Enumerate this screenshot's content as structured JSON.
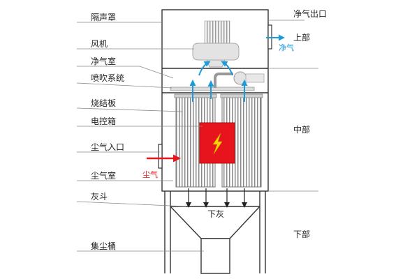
{
  "labels": {
    "sound_cover": "隔声罩",
    "fan": "风机",
    "clean_chamber": "净气室",
    "pulse_system": "喷吹系统",
    "sintered_plate": "烧结板",
    "control_box": "电控箱",
    "dust_inlet": "尘气入口",
    "dust_chamber": "尘气室",
    "ash_hopper": "灰斗",
    "dust_bin": "集尘桶",
    "clean_outlet": "净气出口",
    "upper": "上部",
    "middle": "中部",
    "lower": "下部",
    "clean_gas": "净气",
    "dust_gas": "尘气",
    "ash_down": "下灰"
  },
  "colors": {
    "dust_arrow": "#e8141c",
    "clean_arrow": "#1d9bd8",
    "control_box": "#e8141c",
    "bolt": "#f7d10a",
    "outline": "#333333"
  },
  "icons": {
    "control_box": "lightning-bolt-icon"
  }
}
